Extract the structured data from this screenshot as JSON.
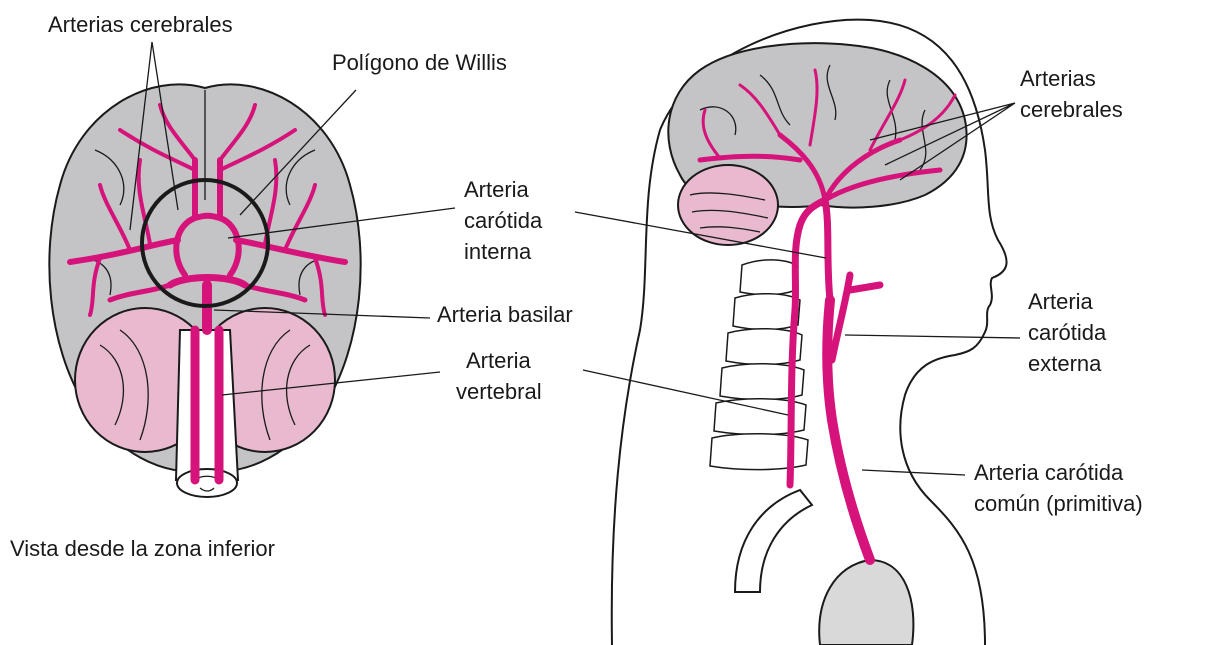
{
  "colors": {
    "artery": "#d6137a",
    "brain_gray": "#c4c4c6",
    "cerebellum_pink": "#e8b9cf",
    "outline": "#1a1a1a",
    "background": "#ffffff"
  },
  "bottom_view": {
    "label_arterias_cerebrales": "Arterias cerebrales",
    "label_poligono": "Polígono de Willis",
    "label_carotida_interna": [
      "Arteria",
      "carótida",
      "interna"
    ],
    "label_basilar": "Arteria basilar",
    "label_vertebral": [
      "Arteria",
      "vertebral"
    ],
    "caption": "Vista desde la zona inferior"
  },
  "side_view": {
    "label_arterias_cerebrales": [
      "Arterias",
      "cerebrales"
    ],
    "label_carotida_externa": [
      "Arteria",
      "carótida",
      "externa"
    ],
    "label_carotida_comun": [
      "Arteria carótida",
      "común (primitiva)"
    ]
  }
}
